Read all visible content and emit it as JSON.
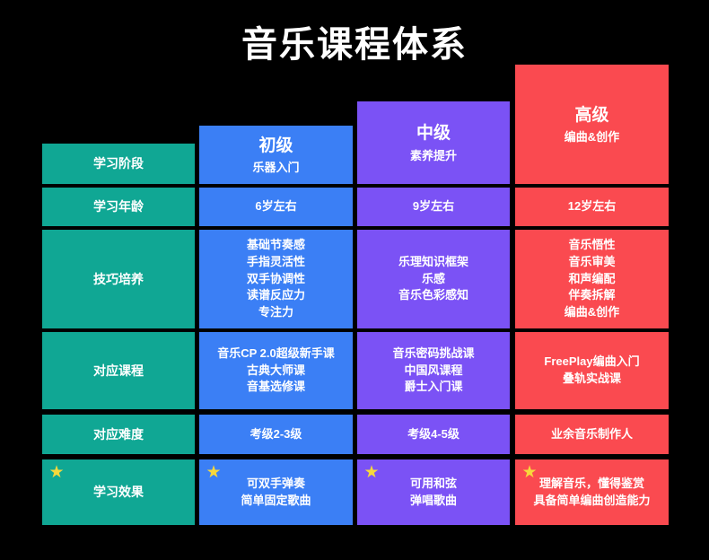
{
  "title": "音乐课程体系",
  "colors": {
    "background": "#000000",
    "label_column": "#10A794",
    "level_beginner": "#3B7FF5",
    "level_intermediate": "#7B52F5",
    "level_advanced": "#FA4A50",
    "star": "#F7D83C",
    "text": "#FFFFFF"
  },
  "columns": [
    {
      "key": "labels",
      "header_main": "",
      "header_sub": ""
    },
    {
      "key": "beginner",
      "header_main": "初级",
      "header_sub": "乐器入门"
    },
    {
      "key": "intermediate",
      "header_main": "中级",
      "header_sub": "素养提升"
    },
    {
      "key": "advanced",
      "header_main": "高级",
      "header_sub": "编曲&创作"
    }
  ],
  "rows": [
    {
      "label": "学习阶段",
      "star": false,
      "beginner": [],
      "intermediate": [],
      "advanced": []
    },
    {
      "label": "学习年龄",
      "star": false,
      "beginner": [
        "6岁左右"
      ],
      "intermediate": [
        "9岁左右"
      ],
      "advanced": [
        "12岁左右"
      ]
    },
    {
      "label": "技巧培养",
      "star": false,
      "beginner": [
        "基础节奏感",
        "手指灵活性",
        "双手协调性",
        "读谱反应力",
        "专注力"
      ],
      "intermediate": [
        "乐理知识框架",
        "乐感",
        "音乐色彩感知"
      ],
      "advanced": [
        "音乐悟性",
        "音乐审美",
        "和声编配",
        "伴奏拆解",
        "编曲&创作"
      ]
    },
    {
      "label": "对应课程",
      "star": false,
      "beginner": [
        "音乐CP 2.0超级新手课",
        "古典大师课",
        "音基选修课"
      ],
      "intermediate": [
        "音乐密码挑战课",
        "中国风课程",
        "爵士入门课"
      ],
      "advanced": [
        "FreePlay编曲入门",
        "叠轨实战课"
      ]
    },
    {
      "label": "对应难度",
      "star": false,
      "beginner": [
        "考级2-3级"
      ],
      "intermediate": [
        "考级4-5级"
      ],
      "advanced": [
        "业余音乐制作人"
      ]
    },
    {
      "label": "学习效果",
      "star": true,
      "beginner": [
        "可双手弹奏",
        "简单固定歌曲"
      ],
      "intermediate": [
        "可用和弦",
        "弹唱歌曲"
      ],
      "advanced": [
        "理解音乐，懂得鉴赏",
        "具备简单编曲创造能力"
      ]
    }
  ],
  "star_glyph": "★"
}
